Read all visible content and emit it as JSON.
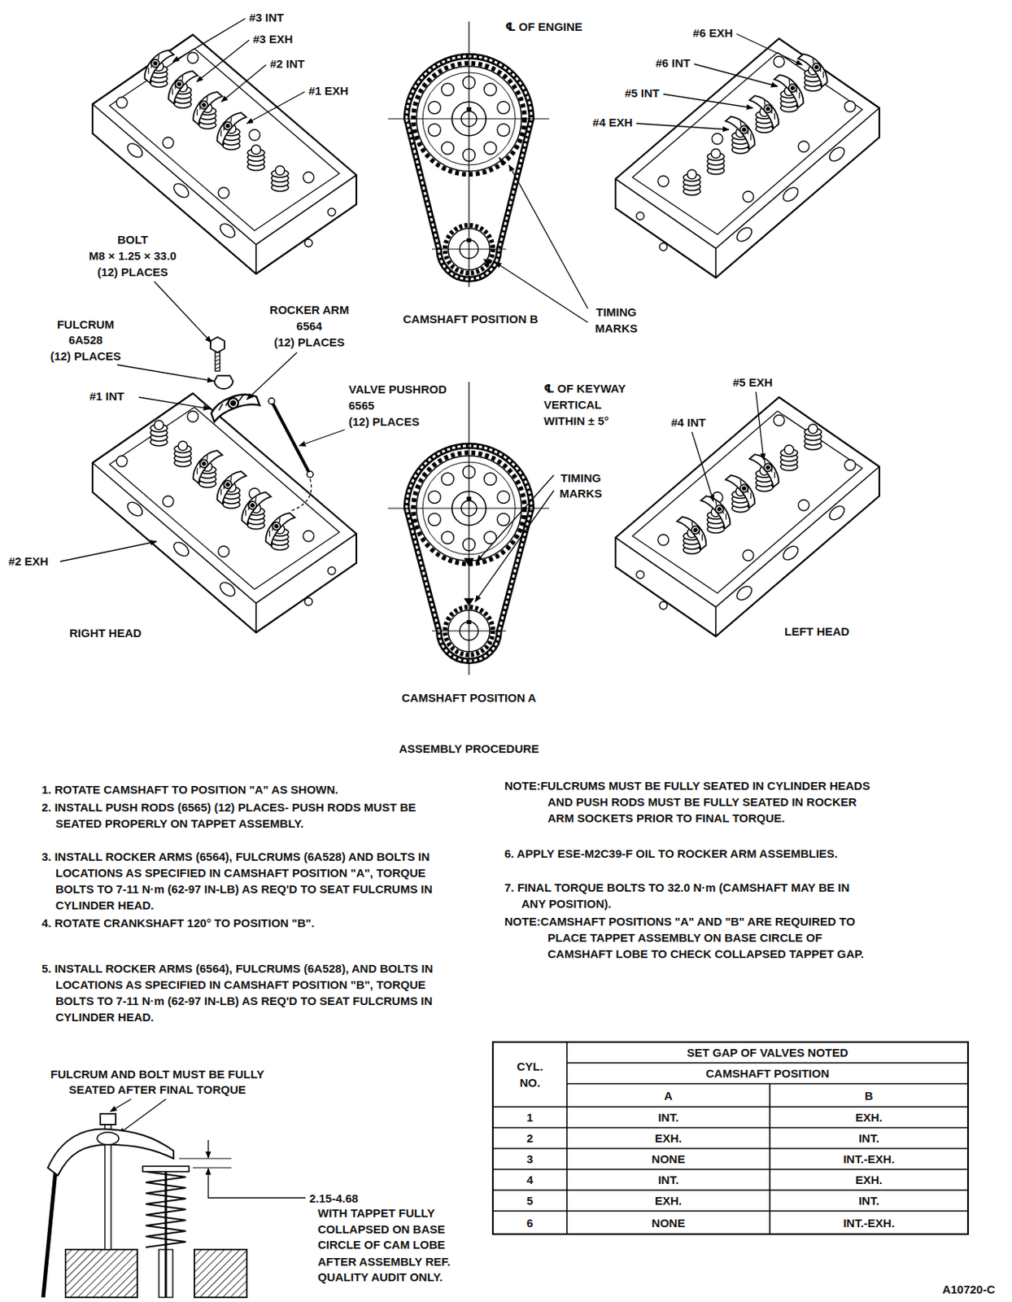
{
  "diagram": {
    "title": "ASSEMBLY PROCEDURE",
    "labels": [
      "#3 INT",
      "#3 EXH",
      "#2 INT",
      "#1 EXH",
      "℄ OF ENGINE",
      "#6 EXH",
      "#6 INT",
      "#5 INT",
      "#4 EXH",
      "BOLT",
      "M8 × 1.25 × 33.0",
      "(12) PLACES",
      "ROCKER ARM",
      "6564",
      "(12) PLACES",
      "CAMSHAFT POSITION B",
      "TIMING",
      "MARKS",
      "FULCRUM",
      "6A528",
      "(12) PLACES",
      "#1 INT",
      "VALVE PUSHROD",
      "6565",
      "(12) PLACES",
      "℄ OF KEYWAY",
      "VERTICAL",
      "WITHIN ± 5°",
      "#5 EXH",
      "#4 INT",
      "TIMING",
      "MARKS",
      "#2 EXH",
      "RIGHT HEAD",
      "LEFT HEAD",
      "CAMSHAFT POSITION A",
      "1. ROTATE CAMSHAFT TO POSITION \"A\" AS SHOWN.",
      "2. INSTALL PUSH RODS (6565) (12) PLACES- PUSH RODS MUST BE SEATED PROPERLY ON TAPPET ASSEMBLY.",
      "3. INSTALL ROCKER ARMS (6564), FULCRUMS (6A528) AND BOLTS IN LOCATIONS AS SPECIFIED IN CAMSHAFT POSITION \"A\", TORQUE BOLTS TO 7-11 N·m (62-97 IN-LB) AS REQ'D TO SEAT FULCRUMS IN CYLINDER HEAD.",
      "4. ROTATE CRANKSHAFT 120° TO POSITION \"B\".",
      "5. INSTALL ROCKER ARMS (6564), FULCRUMS (6A528), AND BOLTS IN LOCATIONS AS SPECIFIED IN CAMSHAFT POSITION \"B\", TORQUE BOLTS TO 7-11 N·m (62-97 IN-LB) AS REQ'D TO SEAT FULCRUMS IN CYLINDER HEAD.",
      "NOTE:FULCRUMS MUST BE FULLY SEATED IN CYLINDER HEADS AND PUSH RODS MUST BE FULLY SEATED IN ROCKER ARM SOCKETS PRIOR TO FINAL TORQUE.",
      "6. APPLY ESE-M2C39-F OIL TO ROCKER ARM ASSEMBLIES.",
      "7. FINAL TORQUE BOLTS TO 32.0 N·m (CAMSHAFT MAY BE IN ANY POSITION).",
      "NOTE:CAMSHAFT POSITIONS \"A\" AND \"B\" ARE REQUIRED TO PLACE TAPPET ASSEMBLY ON BASE CIRCLE OF CAMSHAFT LOBE TO CHECK COLLAPSED TAPPET GAP.",
      "SET GAP OF VALVES NOTED",
      "CYL. NO.",
      "CAMSHAFT POSITION",
      "A",
      "B",
      "1",
      "INT.",
      "EXH.",
      "2",
      "EXH.",
      "INT.",
      "3",
      "NONE",
      "INT.-EXH.",
      "4",
      "INT.",
      "EXH.",
      "5",
      "EXH.",
      "INT.",
      "6",
      "NONE",
      "INT.-EXH.",
      "FULCRUM AND BOLT MUST BE FULLY",
      "SEATED AFTER FINAL TORQUE",
      "2.15-4.68",
      "WITH TAPPET FULLY",
      "COLLAPSED ON BASE",
      "CIRCLE OF CAM LOBE",
      "AFTER ASSEMBLY REF.",
      "QUALITY AUDIT ONLY.",
      "A10720-C"
    ]
  }
}
